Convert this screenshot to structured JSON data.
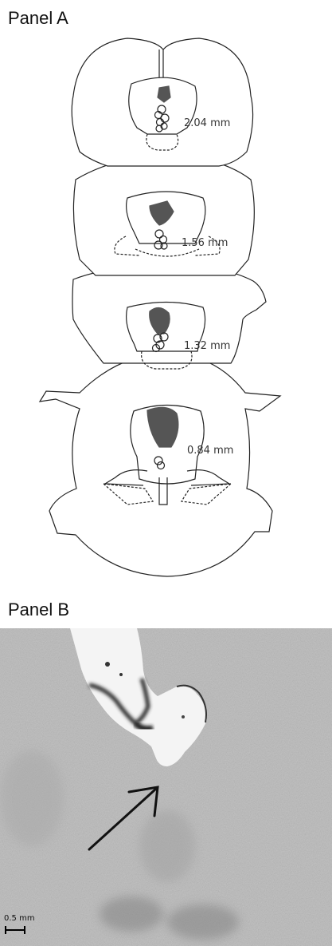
{
  "panels": {
    "a": {
      "title": "Panel A",
      "levels": [
        "2.04 mm",
        "1.56 mm",
        "1.32 mm",
        "0.84 mm"
      ]
    },
    "b": {
      "title": "Panel B",
      "scale_bar": "0.5 mm"
    }
  }
}
